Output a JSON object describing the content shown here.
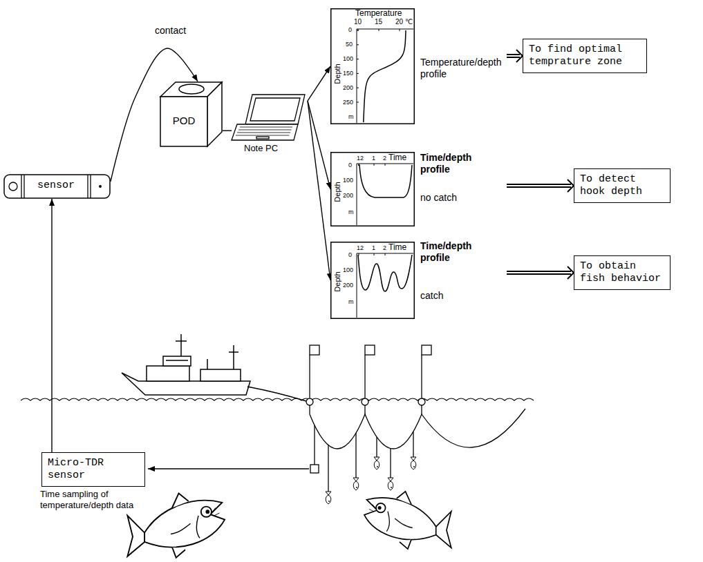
{
  "diagram": {
    "nodes": [
      {
        "text": [
          "sensor"
        ]
      },
      {
        "text": [
          "POD"
        ]
      },
      {
        "text": [
          "Note PC"
        ]
      },
      {
        "text": [
          "Temperature",
          "10",
          "15",
          "20",
          "℃",
          "Depth",
          "0",
          "50",
          "100",
          "150",
          "200",
          "250",
          "m",
          "Temperature/depth profile"
        ]
      },
      {
        "text": [
          "Time",
          "12",
          "1",
          "2",
          "Depth",
          "0",
          "100",
          "200",
          "m",
          "Time/depth profile",
          "no catch"
        ]
      },
      {
        "text": [
          "Time",
          "12",
          "1",
          "2",
          "Depth",
          "0",
          "100",
          "200",
          "m",
          "Time/depth profile",
          "catch"
        ]
      },
      {
        "text": [
          "To find optimal temprature zone"
        ]
      },
      {
        "text": [
          "To detect hook depth"
        ]
      },
      {
        "text": [
          "To obtain fish behavior"
        ]
      },
      {
        "text": [
          "Micro-TDR sensor"
        ]
      }
    ],
    "edges": [
      {
        "from": 0,
        "to": 1,
        "label": "contact",
        "arrow": "to"
      },
      {
        "from": 1,
        "to": 2,
        "arrow": "none"
      },
      {
        "from": 2,
        "to": 3,
        "arrow": "to"
      },
      {
        "from": 2,
        "to": 4,
        "arrow": "to"
      },
      {
        "from": 2,
        "to": 5,
        "arrow": "to"
      },
      {
        "from": 3,
        "to": 6,
        "arrow": "to"
      },
      {
        "from": 4,
        "to": 7,
        "arrow": "to"
      },
      {
        "from": 5,
        "to": 8,
        "arrow": "to"
      },
      {
        "from": 9,
        "to": 0,
        "arrow": "to"
      }
    ],
    "labels": [
      "Time sampling of temperature/depth data"
    ]
  }
}
